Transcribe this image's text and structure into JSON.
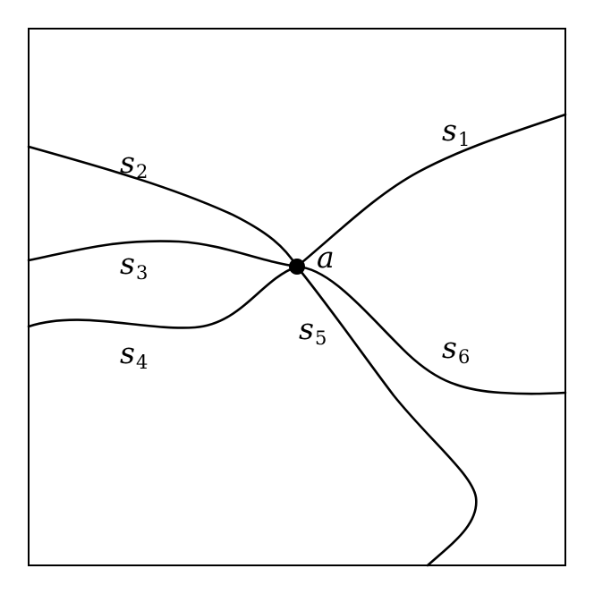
{
  "diagram": {
    "colors": {
      "line": "#000000",
      "background": "#ffffff"
    },
    "vertex": {
      "label": "a"
    },
    "curves": [
      {
        "id": "s1",
        "base": "s",
        "index": "1"
      },
      {
        "id": "s2",
        "base": "s",
        "index": "2"
      },
      {
        "id": "s3",
        "base": "s",
        "index": "3"
      },
      {
        "id": "s4",
        "base": "s",
        "index": "4"
      },
      {
        "id": "s5",
        "base": "s",
        "index": "5"
      },
      {
        "id": "s6",
        "base": "s",
        "index": "6"
      }
    ]
  }
}
